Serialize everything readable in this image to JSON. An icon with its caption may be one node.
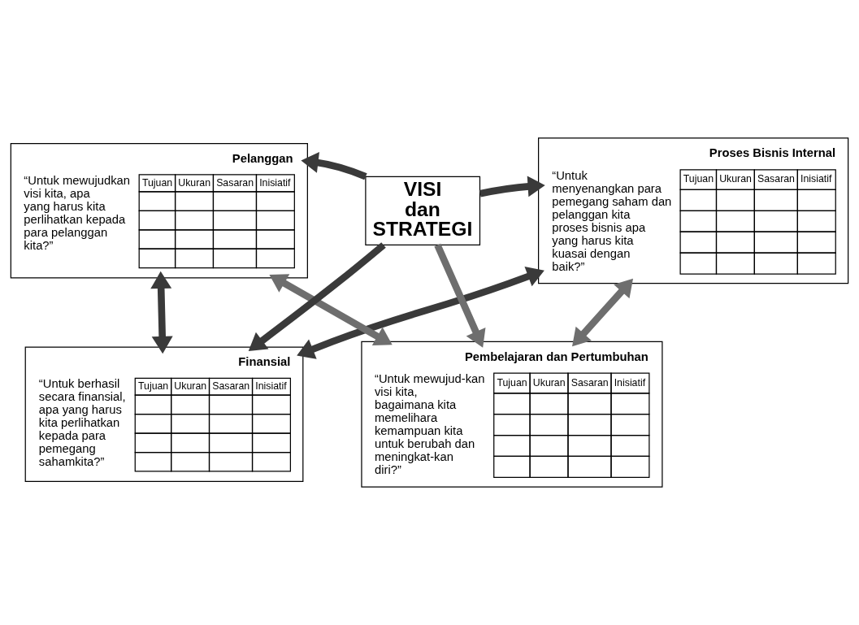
{
  "diagram": {
    "nodes": [
      {
        "text": [
          "Finansial",
          "“Untuk berhasil secara finansial, apa yang harus kita perlihatkan kepada para pemegang sahamkita?”",
          "Tujuan",
          "Ukuran",
          "Sasaran",
          "Inisiatif"
        ]
      },
      {
        "text": [
          "Pelanggan",
          "“Untuk mewujudkan visi kita, apa yang harus kita perlihatkan kepada para pelanggan kita?”",
          "Tujuan",
          "Ukuran",
          "Sasaran",
          "Inisiatif"
        ]
      },
      {
        "text": [
          "VISI dan STRATEGI"
        ]
      },
      {
        "text": [
          "Proses Bisnis Internal",
          "“Untuk menyenangkan para pemegang saham dan pelanggan kita proses bisnis apa yang harus kita kuasai dengan baik?”",
          "Tujuan",
          "Ukuran",
          "Sasaran",
          "Inisiatif"
        ]
      },
      {
        "text": [
          "Pembelajaran dan Pertumbuhan",
          "“Untuk mewujud-kan visi kita, bagaimana kita memelihara kemampuan kita untuk berubah dan meningkat-kan diri?”",
          "Tujuan",
          "Ukuran",
          "Sasaran",
          "Inisiatif"
        ]
      }
    ],
    "edges": [
      {
        "from": 2,
        "to": 0,
        "arrow": "to"
      },
      {
        "from": 2,
        "to": 1,
        "arrow": "to"
      },
      {
        "from": 2,
        "to": 3,
        "arrow": "to"
      },
      {
        "from": 2,
        "to": 4,
        "arrow": "to",
        "color": "#6e6e6e"
      },
      {
        "from": 0,
        "to": 3,
        "arrow": "both"
      },
      {
        "from": 0,
        "to": 1,
        "arrow": "both"
      },
      {
        "from": 1,
        "to": 4,
        "arrow": "both",
        "color": "#6e6e6e"
      },
      {
        "from": 3,
        "to": 4,
        "arrow": "both",
        "color": "#6e6e6e"
      }
    ]
  }
}
